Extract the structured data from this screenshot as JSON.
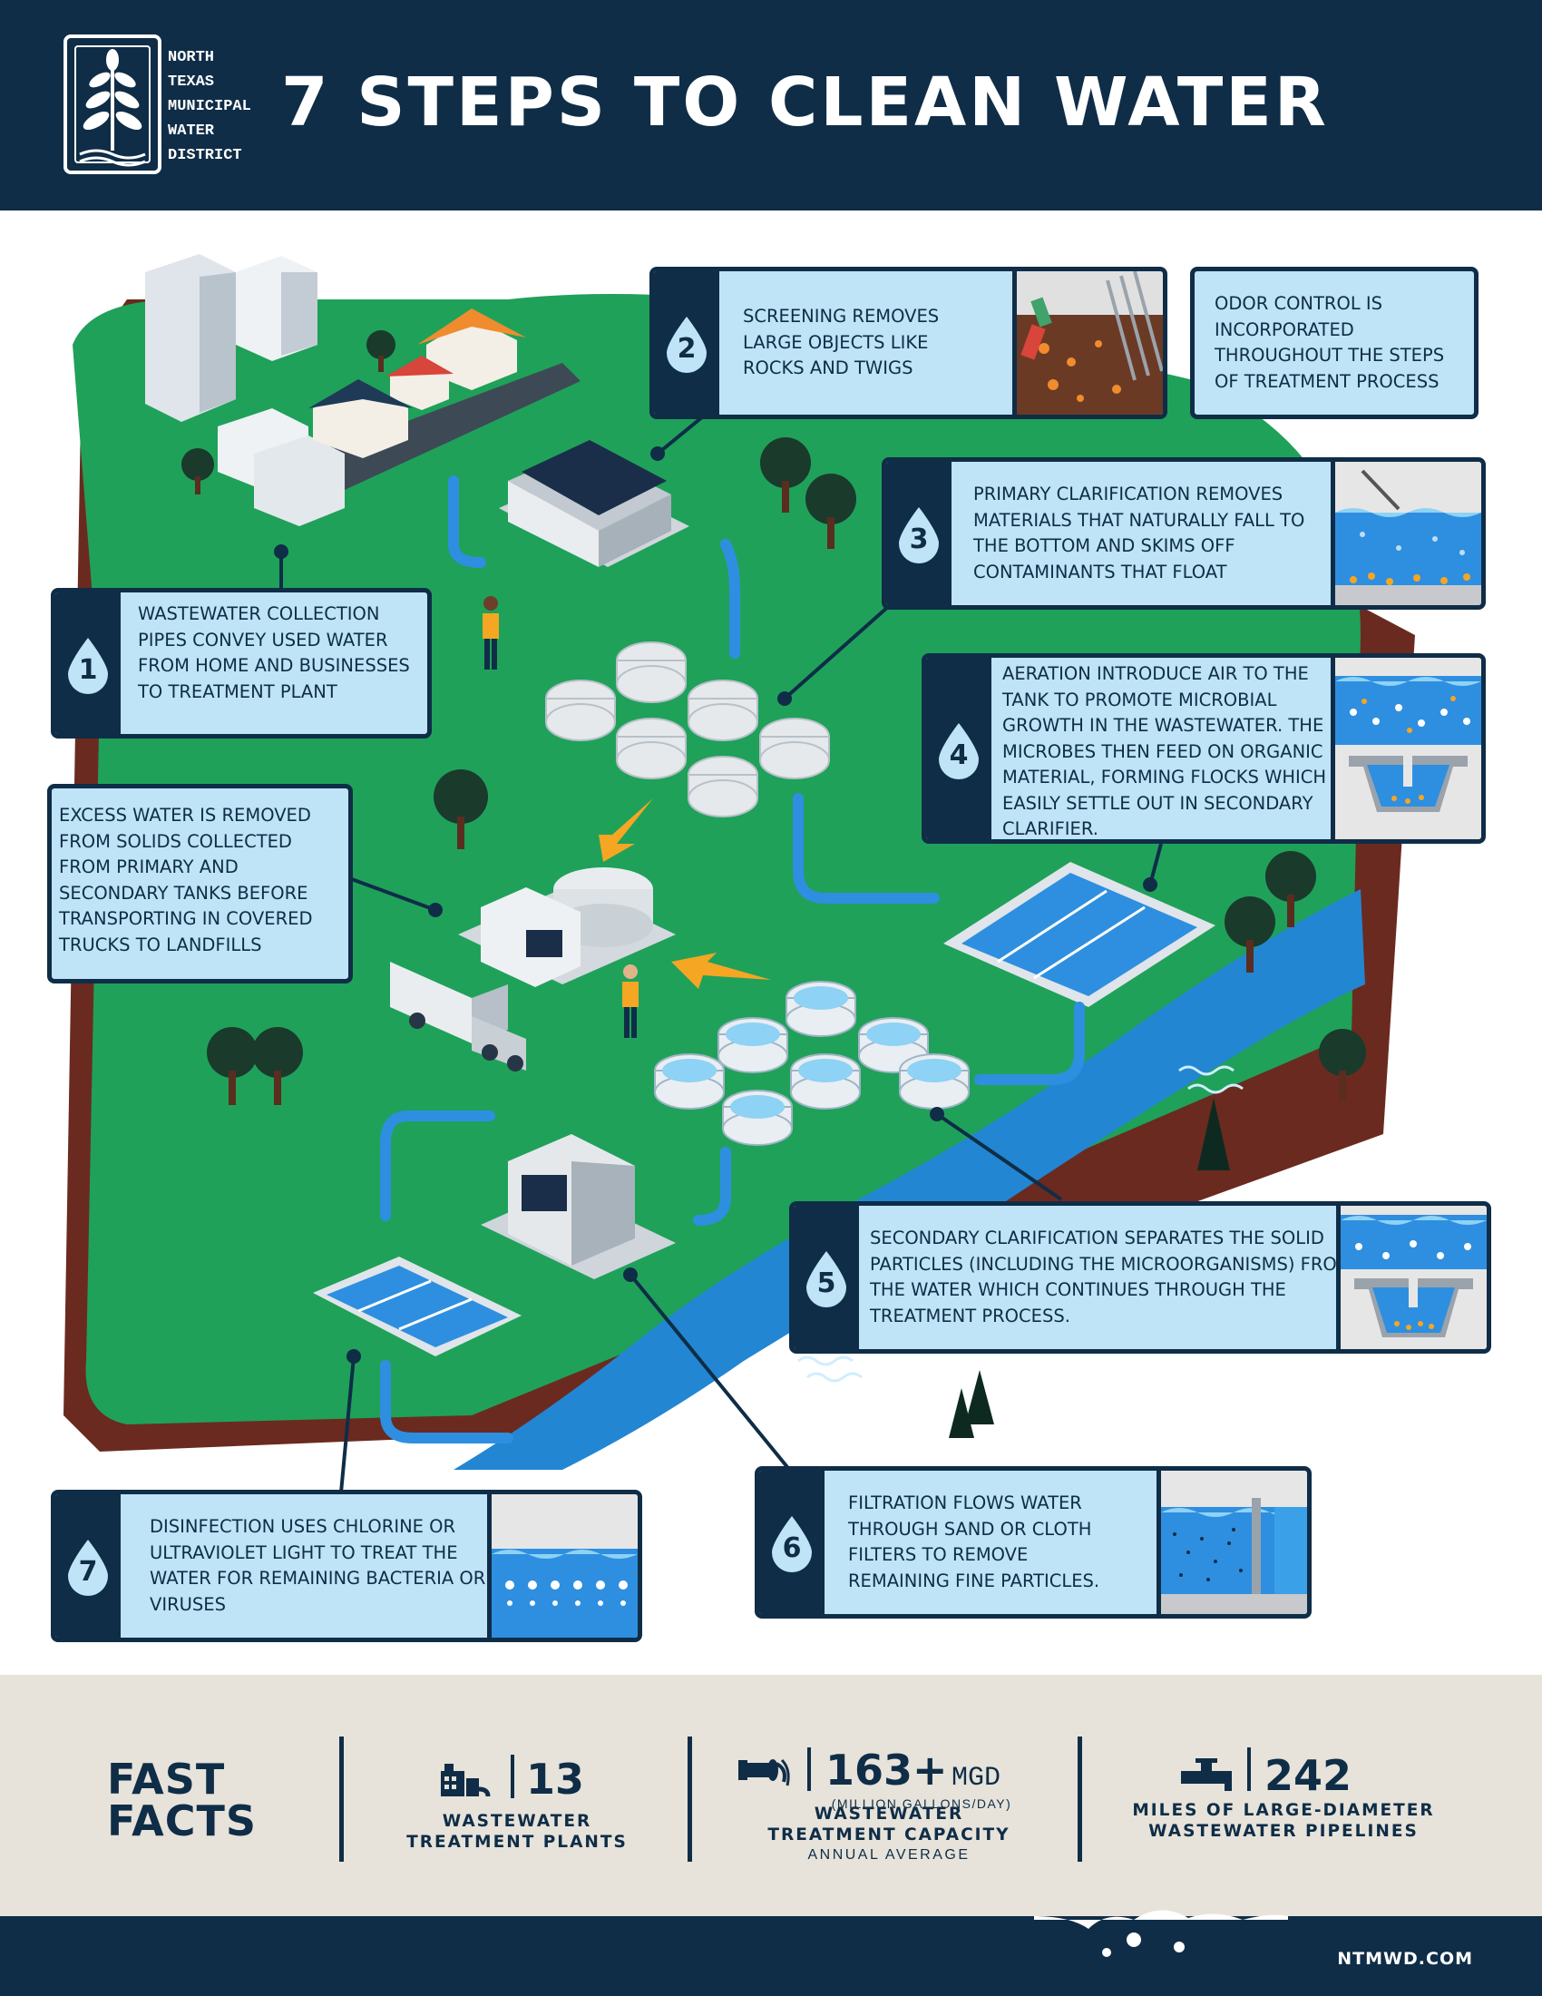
{
  "header": {
    "org_lines": [
      "NORTH",
      "TEXAS",
      "MUNICIPAL",
      "WATER",
      "DISTRICT"
    ],
    "title": "7 STEPS TO CLEAN WATER",
    "logo_icon": "plant-leaf-icon"
  },
  "steps": [
    {
      "number": "1",
      "text": "WASTEWATER COLLECTION PIPES CONVEY USED WATER FROM HOME AND BUSINESSES TO TREATMENT PLANT"
    },
    {
      "number": "2",
      "text": "SCREENING REMOVES LARGE OBJECTS LIKE ROCKS AND TWIGS"
    },
    {
      "number": "3",
      "text": "PRIMARY CLARIFICATION REMOVES MATERIALS THAT NATURALLY FALL TO THE BOTTOM AND SKIMS OFF CONTAMINANTS THAT FLOAT"
    },
    {
      "number": "4",
      "text": "AERATION INTRODUCE AIR TO THE TANK TO PROMOTE MICROBIAL GROWTH IN THE WASTEWATER. THE MICROBES THEN FEED ON ORGANIC MATERIAL, FORMING FLOCKS WHICH EASILY SETTLE OUT IN SECONDARY CLARIFIER."
    },
    {
      "number": "5",
      "text": "SECONDARY CLARIFICATION SEPARATES THE SOLID PARTICLES (INCLUDING THE MICROORGANISMS) FROM THE WATER WHICH CONTINUES THROUGH THE TREATMENT PROCESS."
    },
    {
      "number": "6",
      "text": "FILTRATION FLOWS WATER THROUGH SAND OR CLOTH FILTERS TO REMOVE REMAINING FINE PARTICLES."
    },
    {
      "number": "7",
      "text": "DISINFECTION USES CHLORINE OR ULTRAVIOLET LIGHT TO TREAT THE WATER FOR REMAINING BACTERIA OR VIRUSES"
    }
  ],
  "notes": {
    "odor": "ODOR CONTROL IS INCORPORATED THROUGHOUT THE STEPS OF TREATMENT PROCESS",
    "solids": "EXCESS WATER IS REMOVED FROM SOLIDS COLLECTED FROM PRIMARY AND SECONDARY TANKS BEFORE TRANSPORTING IN COVERED TRUCKS TO LANDFILLS"
  },
  "fast_facts": {
    "title_line1": "FAST",
    "title_line2": "FACTS",
    "items": [
      {
        "value": "13",
        "label_line1": "WASTEWATER",
        "label_line2": "TREATMENT PLANTS",
        "icon": "treatment-plant-icon"
      },
      {
        "value": "163+",
        "unit": "MGD",
        "unit_note": "(MILLION GALLONS/DAY)",
        "label_line1": "WASTEWATER",
        "label_line2": "TREATMENT CAPACITY",
        "sub": "ANNUAL AVERAGE",
        "icon": "outflow-pipe-icon"
      },
      {
        "value": "242",
        "label_line1": "MILES OF LARGE-DIAMETER",
        "label_line2": "WASTEWATER PIPELINES",
        "icon": "pipeline-valve-icon"
      }
    ]
  },
  "footer": {
    "site": "NTMWD.COM"
  },
  "colors": {
    "navy": "#0f2d47",
    "box_fill": "#bfe3f7",
    "grass": "#1fa15a",
    "river": "#2286d3",
    "facts_bg": "#e7e3da"
  }
}
